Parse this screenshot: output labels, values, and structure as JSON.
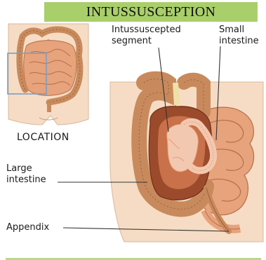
{
  "title": "INTUSSUSCEPTION",
  "labels": {
    "intussuscepted_line1": "Intussuscepted",
    "intussuscepted_line2": "segment",
    "small_line1": "Small",
    "small_line2": "intestine",
    "location": "LOCATION",
    "large_line1": "Large",
    "large_line2": "intestine",
    "appendix": "Appendix"
  },
  "colors": {
    "title_band": "#a9cf6b",
    "skin": "#f6dcc4",
    "colon": "#c88a5c",
    "small_intestine": "#e6a37c",
    "intussusception": "#9b4a2c",
    "inner_mucosa": "#f3c8b0",
    "locator_box": "#7a9ec9"
  }
}
